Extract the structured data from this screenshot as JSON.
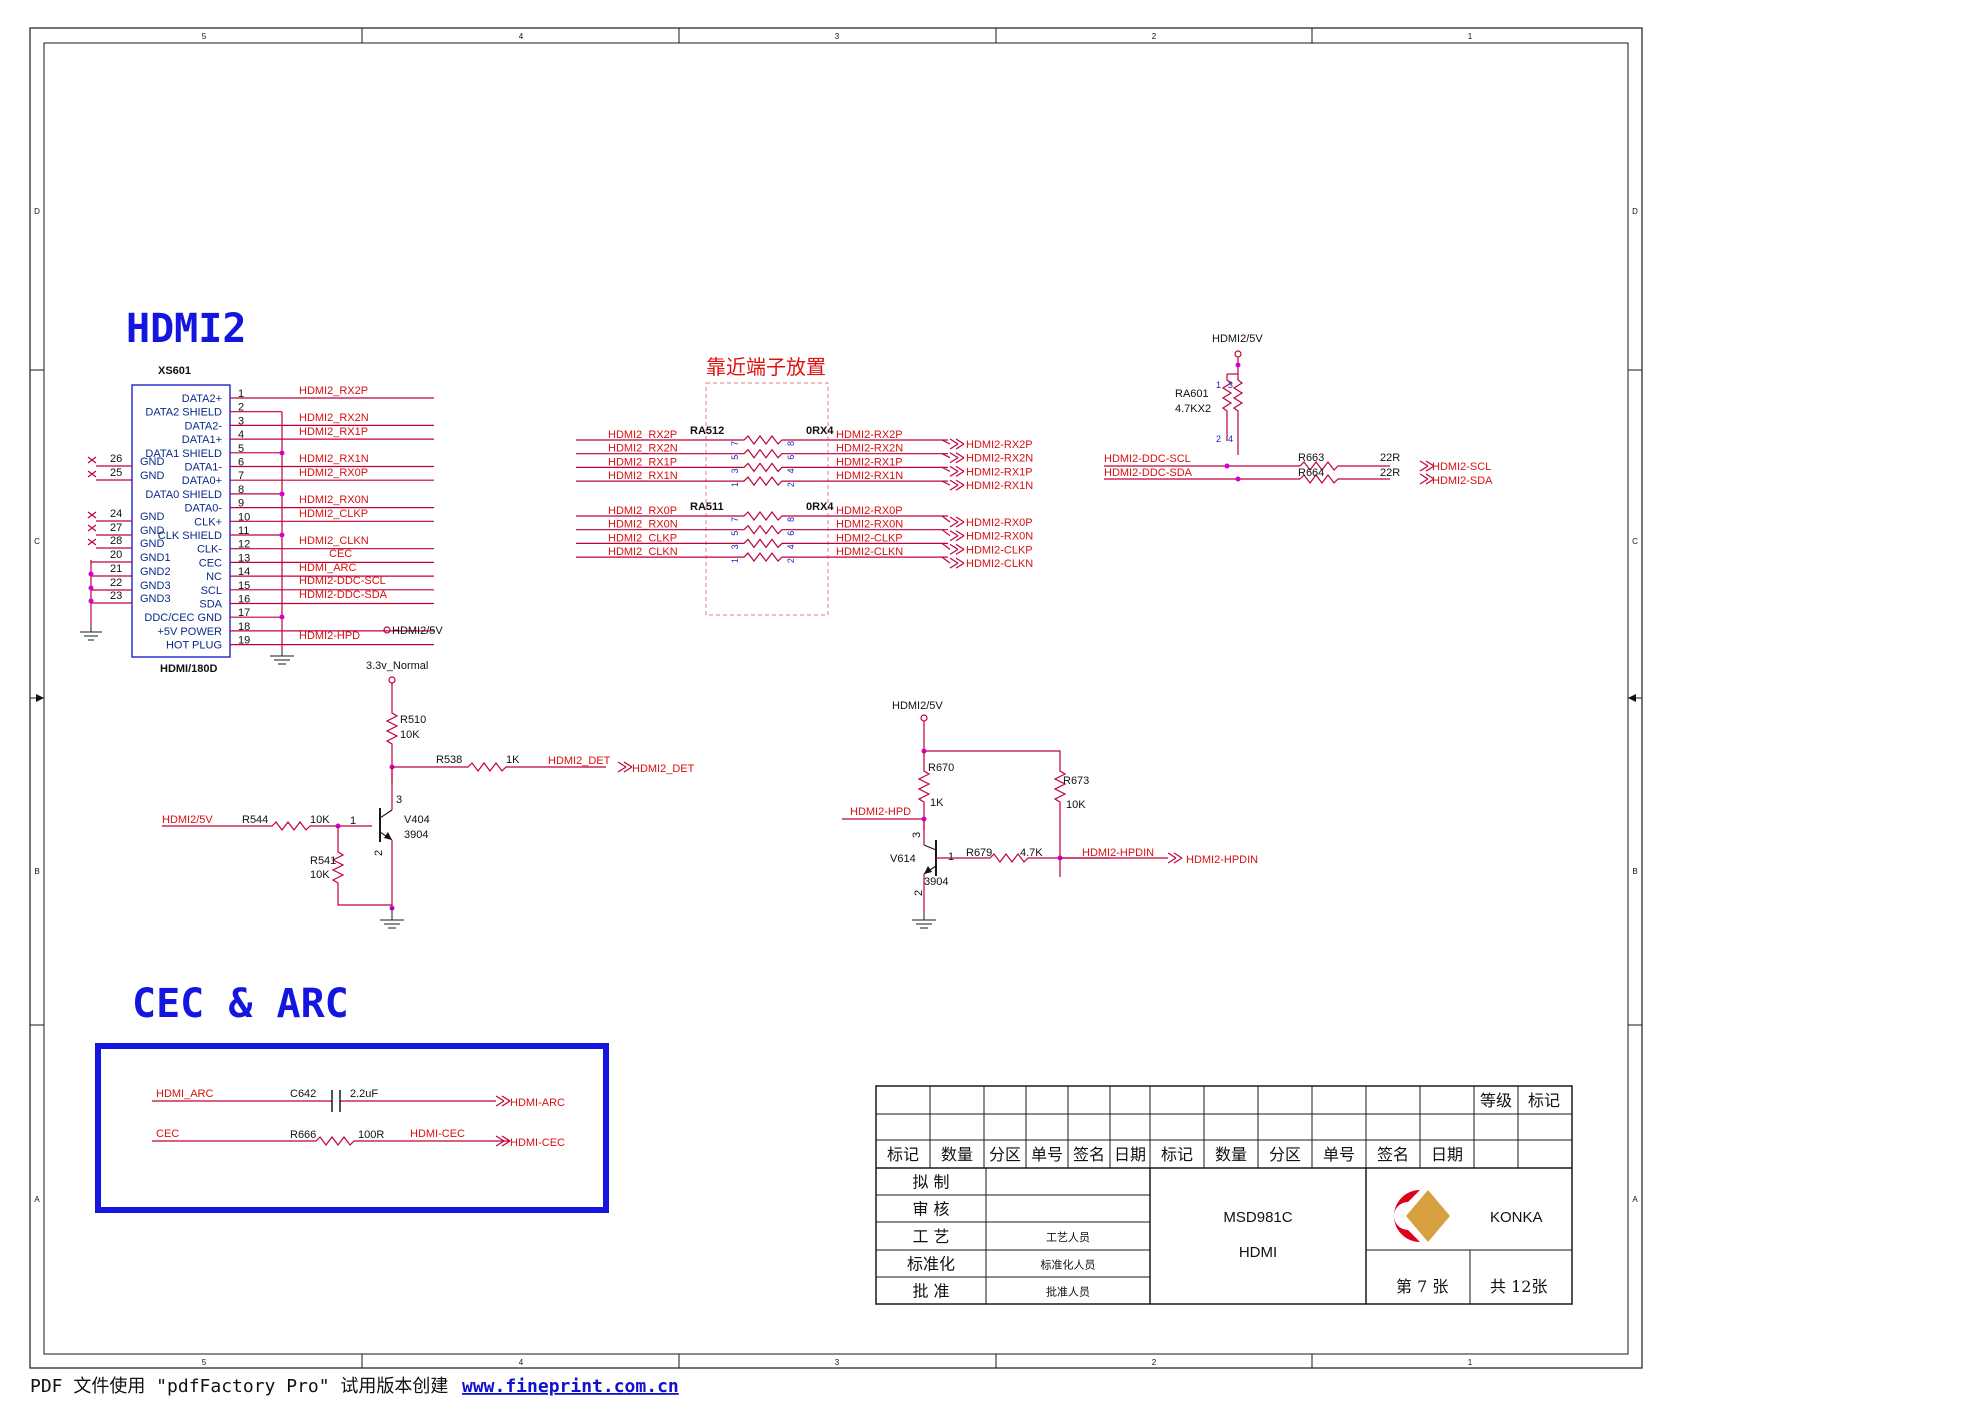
{
  "frame": {
    "columns": [
      "5",
      "4",
      "3",
      "2",
      "1"
    ],
    "rows": [
      "D",
      "C",
      "B",
      "A"
    ]
  },
  "sections": {
    "hdmi_title": "HDMI2",
    "cec_title": "CEC & ARC",
    "placement_note": "靠近端子放置"
  },
  "connector": {
    "ref": "XS601",
    "value": "HDMI/180D",
    "pin_names": [
      "DATA2+",
      "DATA2 SHIELD",
      "DATA2-",
      "DATA1+",
      "DATA1 SHIELD",
      "DATA1-",
      "DATA0+",
      "DATA0 SHIELD",
      "DATA0-",
      "CLK+",
      "CLK SHIELD",
      "CLK-",
      "CEC",
      "NC",
      "SCL",
      "SDA",
      "DDC/CEC GND",
      "+5V POWER",
      "HOT PLUG"
    ],
    "pin_numbers": [
      "1",
      "2",
      "3",
      "4",
      "5",
      "6",
      "7",
      "8",
      "9",
      "10",
      "11",
      "12",
      "13",
      "14",
      "15",
      "16",
      "17",
      "18",
      "19"
    ],
    "gnd_names": [
      "GND",
      "GND",
      "GND",
      "GND",
      "GND",
      "GND1",
      "GND2",
      "GND3",
      "GND3"
    ],
    "gnd_numbers": [
      "26",
      "25",
      "24",
      "27",
      "28",
      "20",
      "21",
      "22",
      "23"
    ],
    "nets": [
      "HDMI2_RX2P",
      "HDMI2_RX2N",
      "HDMI2_RX1P",
      "HDMI2_RX1N",
      "HDMI2_RX0P",
      "HDMI2_RX0N",
      "HDMI2_CLKP",
      "HDMI2_CLKN",
      "CEC",
      "HDMI_ARC",
      "HDMI2-DDC-SCL",
      "HDMI2-DDC-SDA",
      "HDMI2-HPD",
      "HDMI2/5V"
    ]
  },
  "resistor_arrays": {
    "ra512": {
      "ref": "RA512",
      "value": "0RX4",
      "in": [
        "HDMI2_RX2P",
        "HDMI2_RX2N",
        "HDMI2_RX1P",
        "HDMI2_RX1N"
      ],
      "mid": [
        "HDMI2-RX2P",
        "HDMI2-RX2N",
        "HDMI2-RX1P",
        "HDMI2-RX1N"
      ],
      "out": [
        "HDMI2-RX2P",
        "HDMI2-RX2N",
        "HDMI2-RX1P",
        "HDMI2-RX1N"
      ],
      "pins_l": [
        "7",
        "5",
        "3",
        "1"
      ],
      "pins_r": [
        "8",
        "6",
        "4",
        "2"
      ]
    },
    "ra511": {
      "ref": "RA511",
      "value": "0RX4",
      "in": [
        "HDMI2_RX0P",
        "HDMI2_RX0N",
        "HDMI2_CLKP",
        "HDMI2_CLKN"
      ],
      "mid": [
        "HDMI2-RX0P",
        "HDMI2-RX0N",
        "HDMI2-CLKP",
        "HDMI2-CLKN"
      ],
      "out": [
        "HDMI2-RX0P",
        "HDMI2-RX0N",
        "HDMI2-CLKP",
        "HDMI2-CLKN"
      ],
      "pins_l": [
        "7",
        "5",
        "3",
        "1"
      ],
      "pins_r": [
        "8",
        "6",
        "4",
        "2"
      ]
    }
  },
  "ddc": {
    "power": "HDMI2/5V",
    "ra_ref": "RA601",
    "ra_value": "4.7KX2",
    "ra_pins": [
      "1",
      "3",
      "2",
      "4"
    ],
    "scl_in": "HDMI2-DDC-SCL",
    "sda_in": "HDMI2-DDC-SDA",
    "r1_ref": "R663",
    "r1_value": "22R",
    "r2_ref": "R664",
    "r2_value": "22R",
    "scl_out": "HDMI2-SCL",
    "sda_out": "HDMI2-SDA"
  },
  "detect": {
    "power": "3.3v_Normal",
    "r510_ref": "R510",
    "r510_value": "10K",
    "r538_ref": "R538",
    "r538_value": "1K",
    "det_net": "HDMI2_DET",
    "det_port": "HDMI2_DET",
    "in_net": "HDMI2/5V",
    "r544_ref": "R544",
    "r544_value": "10K",
    "r541_ref": "R541",
    "r541_value": "10K",
    "q_ref": "V404",
    "q_value": "3904",
    "pin_b": "1",
    "pin_c": "3",
    "pin_e": "2"
  },
  "hpd": {
    "power": "HDMI2/5V",
    "r670_ref": "R670",
    "r670_value": "1K",
    "r673_ref": "R673",
    "r673_value": "10K",
    "hpd_net": "HDMI2-HPD",
    "q_ref": "V614",
    "q_value": "3904",
    "r679_ref": "R679",
    "r679_value": "4.7K",
    "out_net": "HDMI2-HPDIN",
    "out_port": "HDMI2-HPDIN",
    "pin_b": "1",
    "pin_c": "3",
    "pin_e": "2"
  },
  "cec_block": {
    "arc_net": "HDMI_ARC",
    "c_ref": "C642",
    "c_value": "2.2uF",
    "arc_port": "HDMI-ARC",
    "cec_net": "CEC",
    "r_ref": "R666",
    "r_value": "100R",
    "cec_net2": "HDMI-CEC",
    "cec_port": "HDMI-CEC"
  },
  "title_block": {
    "grade": "等级",
    "mark": "标记",
    "header": [
      "标记",
      "数量",
      "分区",
      "单号",
      "签名",
      "日期",
      "标记",
      "数量",
      "分区",
      "单号",
      "签名",
      "日期"
    ],
    "roles": [
      "拟 制",
      "审 核",
      "工 艺",
      "标准化",
      "批 准"
    ],
    "role_values": [
      "",
      "",
      "工艺人员",
      "标准化人员",
      "批准人员"
    ],
    "model": "MSD981C",
    "sheet_name": "HDMI",
    "company": "KONKA",
    "sheet_no": "第 7 张",
    "sheet_total": "共 12张"
  },
  "footer": {
    "text": "PDF 文件使用 \"pdfFactory Pro\" 试用版本创建",
    "link": "www.fineprint.com.cn"
  }
}
